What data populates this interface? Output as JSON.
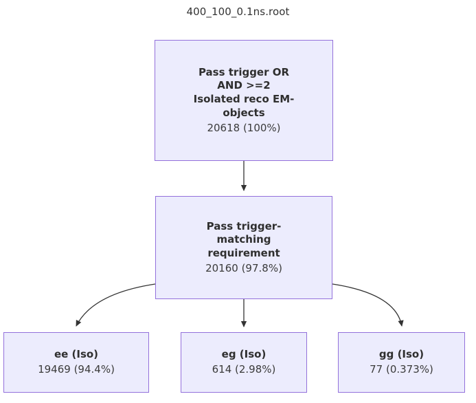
{
  "title": "400_100_0.1ns.root",
  "colors": {
    "node_fill": "#ececfd",
    "node_border": "#9370db",
    "text": "#333333",
    "edge": "#333333",
    "background": "#ffffff"
  },
  "nodes": {
    "root": {
      "label": "Pass trigger OR\nAND >=2\nIsolated reco EM-\nobjects",
      "count": "20618 (100%)"
    },
    "matching": {
      "label": "Pass trigger-\nmatching\nrequirement",
      "count": "20160 (97.8%)"
    },
    "ee": {
      "label": "ee (Iso)",
      "count": "19469 (94.4%)"
    },
    "eg": {
      "label": "eg (Iso)",
      "count": "614 (2.98%)"
    },
    "gg": {
      "label": "gg (Iso)",
      "count": "77 (0.373%)"
    }
  },
  "edges": [
    {
      "from": "root",
      "to": "matching",
      "shape": "straight"
    },
    {
      "from": "matching",
      "to": "ee",
      "shape": "curve-left"
    },
    {
      "from": "matching",
      "to": "eg",
      "shape": "straight"
    },
    {
      "from": "matching",
      "to": "gg",
      "shape": "curve-right"
    }
  ]
}
